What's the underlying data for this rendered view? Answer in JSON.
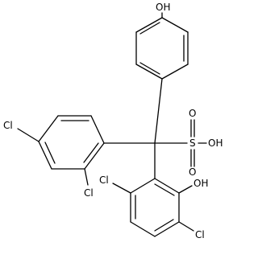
{
  "molecule": {
    "atom_labels": {
      "phenol_top_oh": "OH",
      "sulfonic_s": "S",
      "sulfonic_o_upper": "O",
      "sulfonic_o_lower": "O",
      "sulfonic_oh": "OH",
      "left_ring_para_cl": "Cl",
      "left_ring_ortho_cl": "Cl",
      "bottom_ring_ortho_cl": "Cl",
      "bottom_ring_oh": "OH",
      "bottom_ring_meta_cl": "Cl"
    },
    "colors": {
      "bond": "#000000",
      "text": "#000000",
      "background": "#ffffff"
    }
  }
}
